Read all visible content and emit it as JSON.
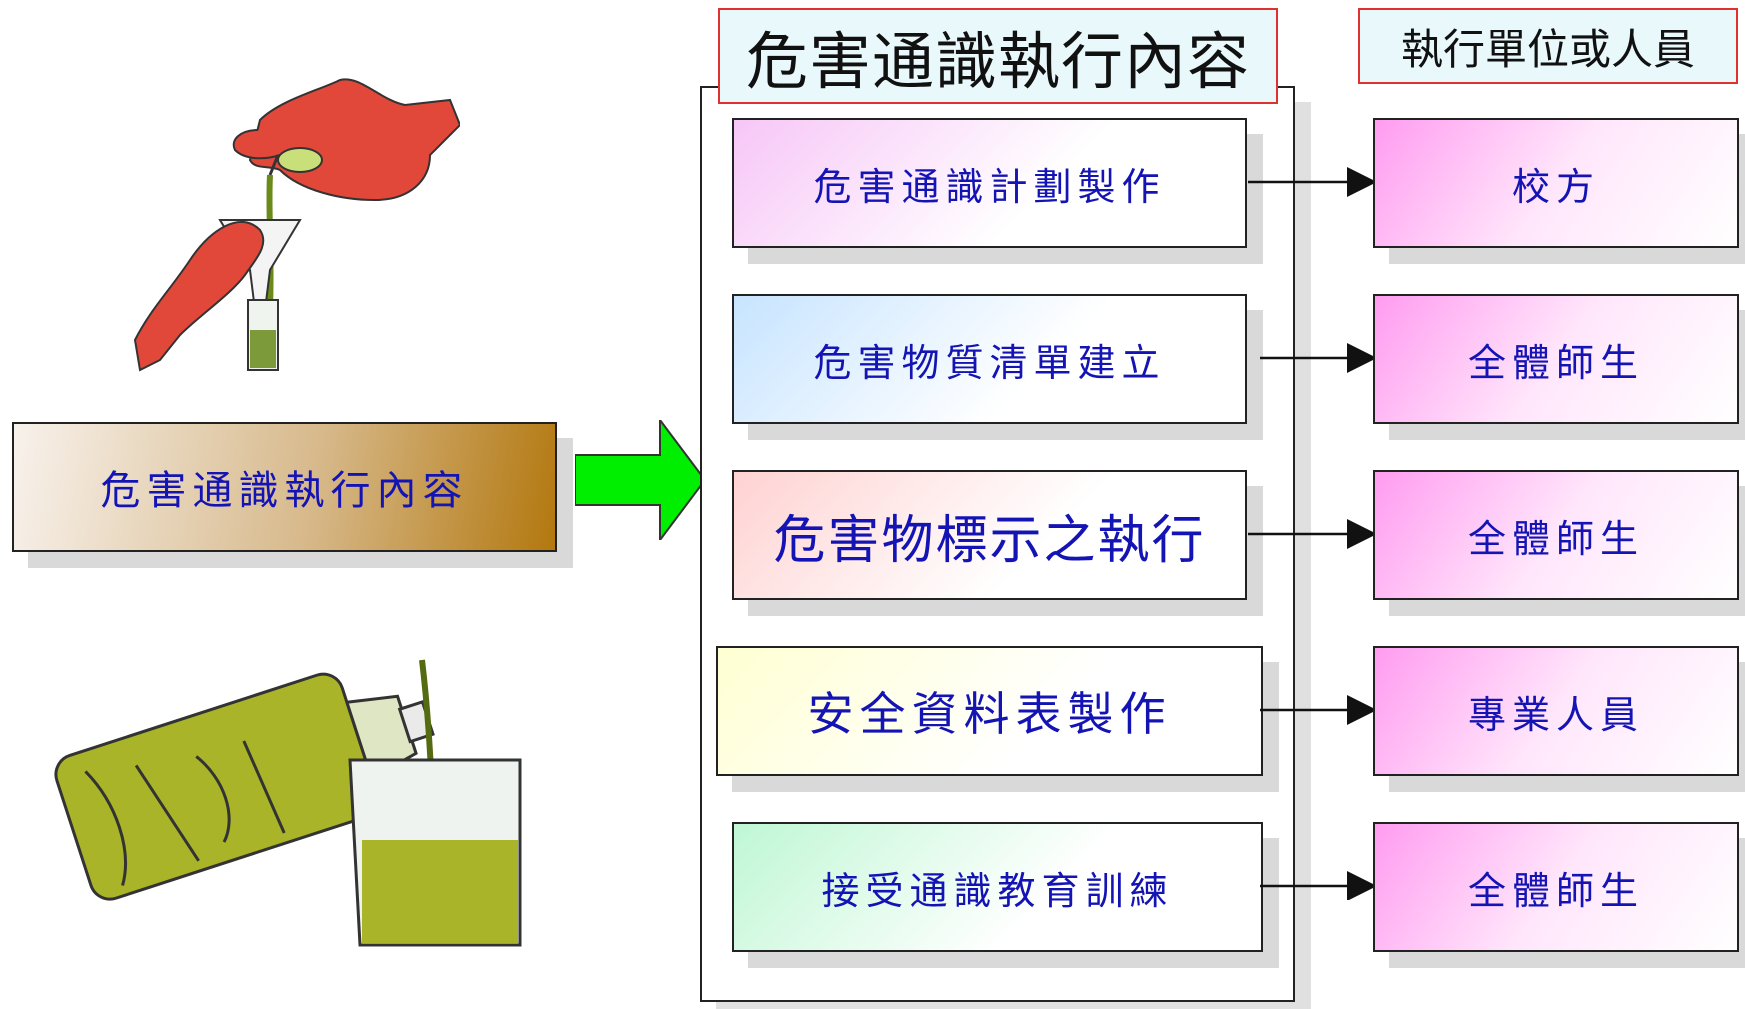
{
  "left_label": "危害通識執行內容",
  "main_title": "危害通識執行內容",
  "unit_title": "執行單位或人員",
  "tasks": [
    {
      "label": "危害通識計劃製作",
      "unit": "校方"
    },
    {
      "label": "危害物質清單建立",
      "unit": "全體師生"
    },
    {
      "label": "危害物標示之執行",
      "unit": "全體師生"
    },
    {
      "label": "安全資料表製作",
      "unit": "專業人員"
    },
    {
      "label": "接受通識教育訓練",
      "unit": "全體師生"
    }
  ],
  "colors": {
    "text_blue": "#1414b4",
    "title_border": "#e03030",
    "arrow_green": "#00ee00"
  },
  "icons": [
    "pouring-gloves-illustration",
    "bottle-beaker-illustration",
    "right-arrow-icon"
  ]
}
